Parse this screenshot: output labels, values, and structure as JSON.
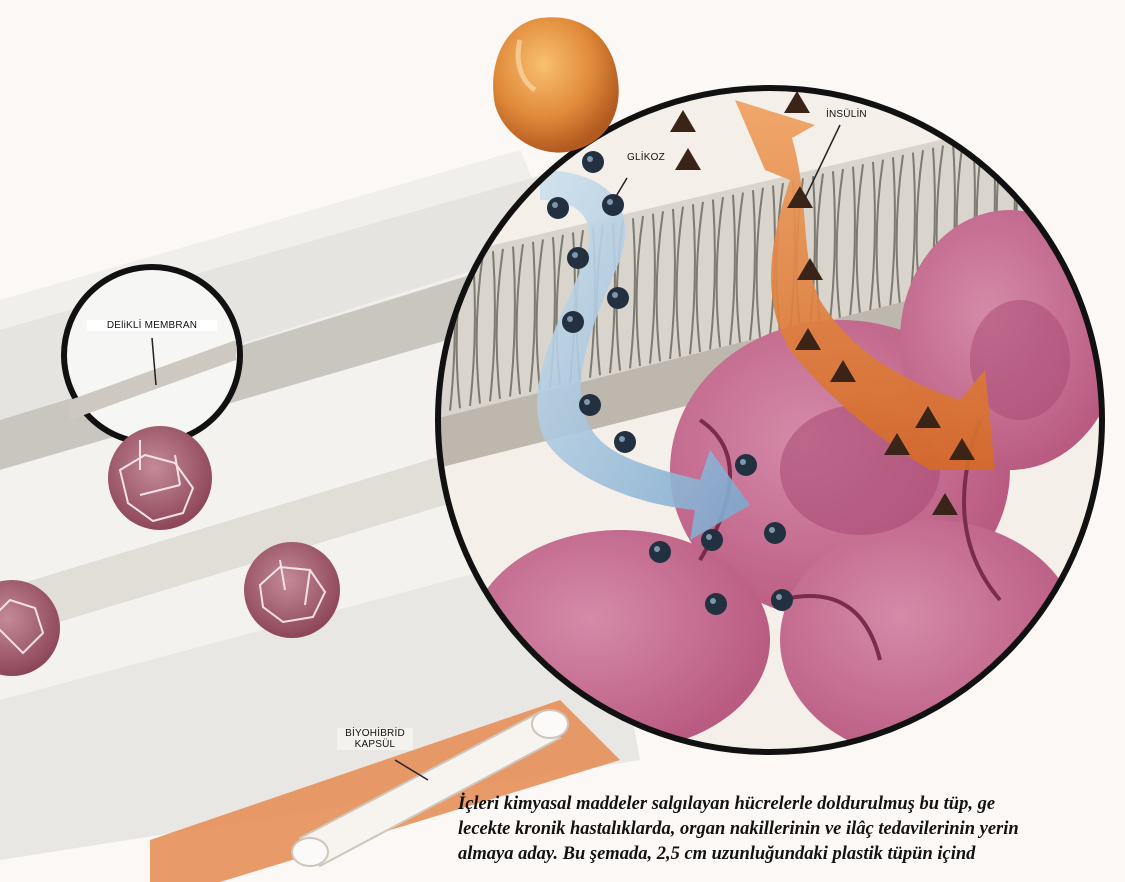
{
  "labels": {
    "membrane": "DEliKLİ MEMBRAN",
    "glucose": "GLİKOZ",
    "insulin": "İNSÜLİN",
    "capsule_line1": "BİYOHİBRİD",
    "capsule_line2": "KAPSÜL"
  },
  "caption": {
    "line1": "İçleri kimyasal maddeler salgılayan hücrelerle doldurulmuş bu tüp, ge",
    "line2": "lecekte kronik hastalıklarda, organ nakillerinin ve ilâç tedavilerinin yerin",
    "line3": "almaya aday. Bu şemada, 2,5 cm uzunluğundaki plastik tüpün içind"
  },
  "colors": {
    "blood_cell": "#c86890",
    "glucose_dot": "#223040",
    "insulin_arrow": "#e07a2c",
    "glucose_arrow": "#8fb6d6",
    "secretory_cell": "#e0a050"
  }
}
